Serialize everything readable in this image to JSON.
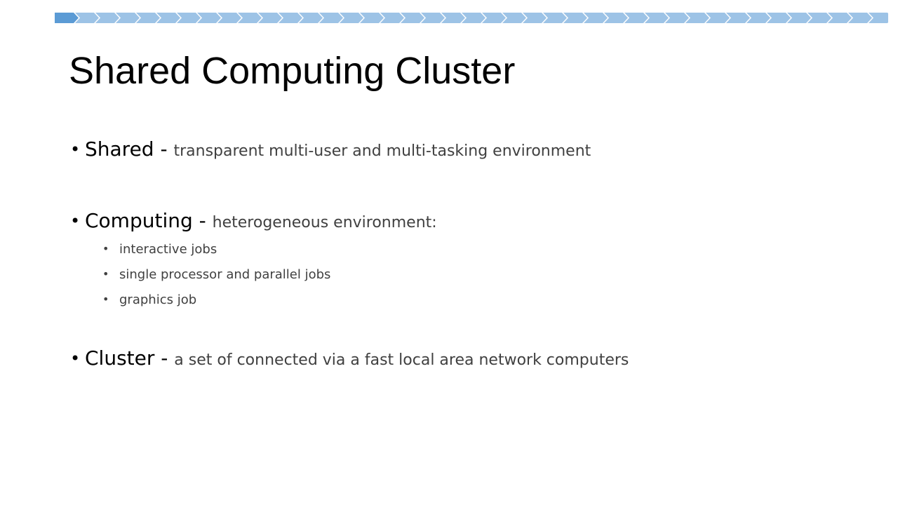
{
  "slide": {
    "title": "Shared Computing Cluster",
    "accent_color": "#9DC3E6",
    "accent_dark": "#5B9BD5",
    "bullets": [
      {
        "term": "Shared",
        "separator": " - ",
        "description": "transparent multi-user and multi-tasking environment"
      },
      {
        "term": "Computing",
        "separator": " - ",
        "description": "heterogeneous environment:"
      },
      {
        "term": "Cluster",
        "separator": " - ",
        "description": "a set of connected via a fast local area network computers"
      }
    ],
    "sub_bullets": [
      "interactive jobs",
      "single processor and parallel jobs",
      "graphics job"
    ]
  }
}
